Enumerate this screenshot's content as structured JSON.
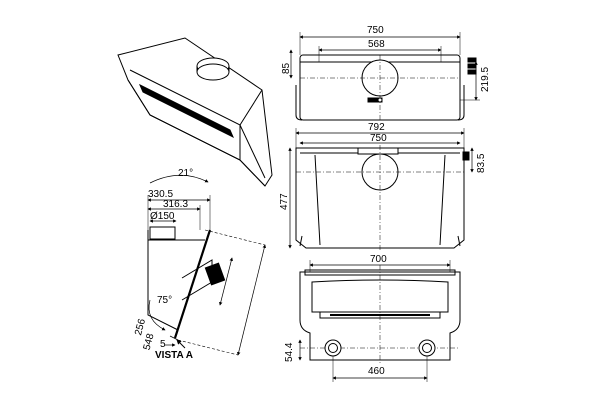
{
  "dimensions": {
    "top_width": "750",
    "top_inner": "568",
    "top_height_left": "85",
    "top_height_right": "219.5",
    "front_width_outer": "792",
    "front_width_inner": "750",
    "front_height": "477",
    "front_right_offset": "83.5",
    "bottom_width": "700",
    "bottom_height": "54.4",
    "bottom_spacing": "460",
    "side_angle_top": "21°",
    "side_depth_outer": "330.5",
    "side_depth_inner": "316.3",
    "duct_diameter": "Ø150",
    "panel_inner": "256",
    "panel_length": "548",
    "tilt_angle": "75°",
    "small_offset": "5",
    "view_label": "VISTA A"
  }
}
